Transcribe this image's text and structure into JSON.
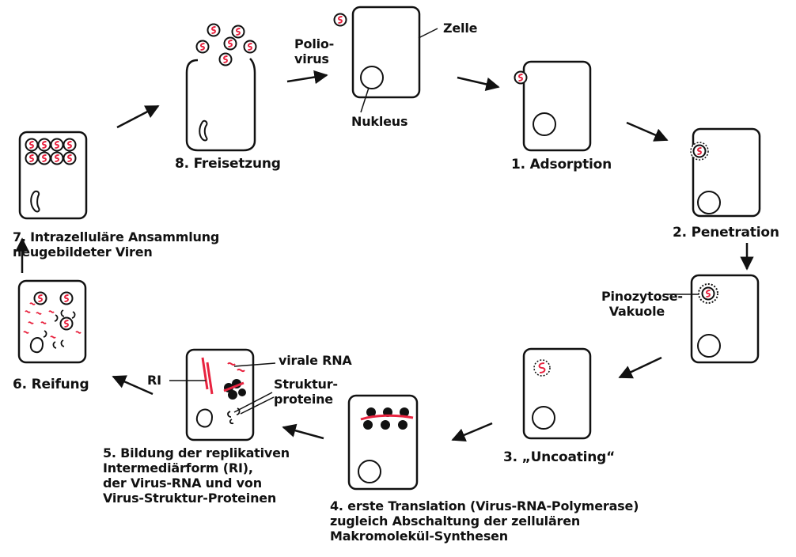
{
  "colors": {
    "ink": "#111111",
    "rna": "#e8233f",
    "background": "#ffffff"
  },
  "labels": {
    "poliovirus": [
      "Polio-",
      "virus"
    ],
    "zelle": "Zelle",
    "nukleus": "Nukleus",
    "step1": "1. Adsorption",
    "step2": "2. Penetration",
    "pinozytose": [
      "Pinozytose-",
      "Vakuole"
    ],
    "step3": "3. „Uncoating“",
    "step4": [
      "4. erste Translation (Virus-RNA-Polymerase)",
      "zugleich Abschaltung der zellulären",
      "Makromolekül-Synthesen"
    ],
    "step5": [
      "5. Bildung der replikativen",
      "Intermediärform (RI),",
      "der Virus-RNA und von",
      "Virus-Struktur-Proteinen"
    ],
    "ri": "RI",
    "virale_rna": "virale RNA",
    "strukturproteine": [
      "Struktur-",
      "proteine"
    ],
    "step6": "6. Reifung",
    "step7": [
      "7. Intrazelluläre Ansammlung",
      "neugebildeter Viren"
    ],
    "step8": "8. Freisetzung"
  }
}
